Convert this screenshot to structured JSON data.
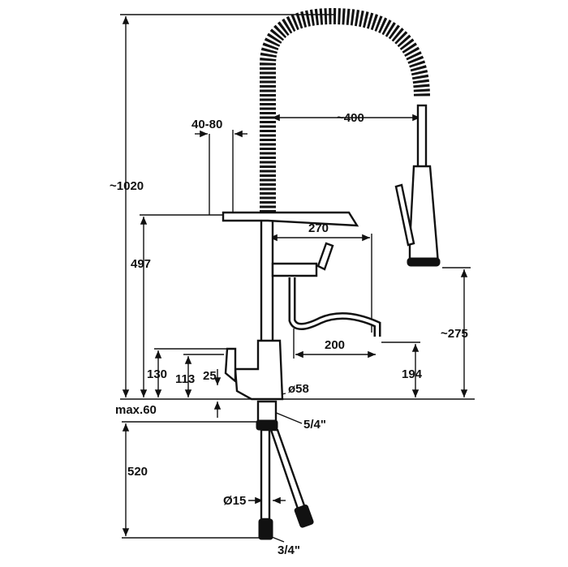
{
  "title": "Pre-rinse kitchen faucet dimension drawing",
  "dimensions": {
    "total_height": "~1020",
    "mount_range": "40-80",
    "hose_reach": "~400",
    "column_height": "497",
    "spout_arm_reach": "270",
    "spray_head_height": "~275",
    "spout_reach": "200",
    "spout_height": "194",
    "lever_height": "130",
    "body_height": "113",
    "lever_offset": "25",
    "base_diameter": "ø58",
    "max_deck_thickness": "max.60",
    "shank_thread": "5/4\"",
    "hose_length": "520",
    "hose_diameter": "Ø15",
    "connection_thread": "3/4\""
  }
}
